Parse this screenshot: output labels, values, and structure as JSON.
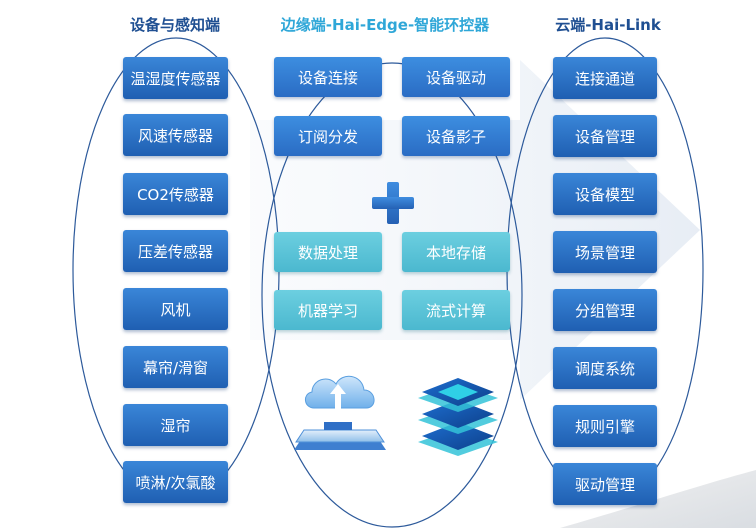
{
  "titles": {
    "left": "设备与感知端",
    "middle": "边缘端-Hai-Edge-智能环控器",
    "right": "云端-Hai-Link"
  },
  "left_items": [
    "温湿度传感器",
    "风速传感器",
    "CO2传感器",
    "压差传感器",
    "风机",
    "幕帘/滑窗",
    "湿帘",
    "喷淋/次氯酸"
  ],
  "middle_top": [
    "设备连接",
    "设备驱动",
    "订阅分发",
    "设备影子"
  ],
  "middle_bottom": [
    "数据处理",
    "本地存储",
    "机器学习",
    "流式计算"
  ],
  "right_items": [
    "连接通道",
    "设备管理",
    "设备模型",
    "场景管理",
    "分组管理",
    "调度系统",
    "规则引擎",
    "驱动管理"
  ],
  "colors": {
    "title_dark": "#1f4f92",
    "title_light": "#2fa7d8",
    "box_blue": "#2a6cc4",
    "box_teal": "#4bb8cf",
    "plus": "#2f78cf"
  },
  "icons": [
    "plus-icon",
    "cloud-upload-icon",
    "chip-stack-icon"
  ]
}
